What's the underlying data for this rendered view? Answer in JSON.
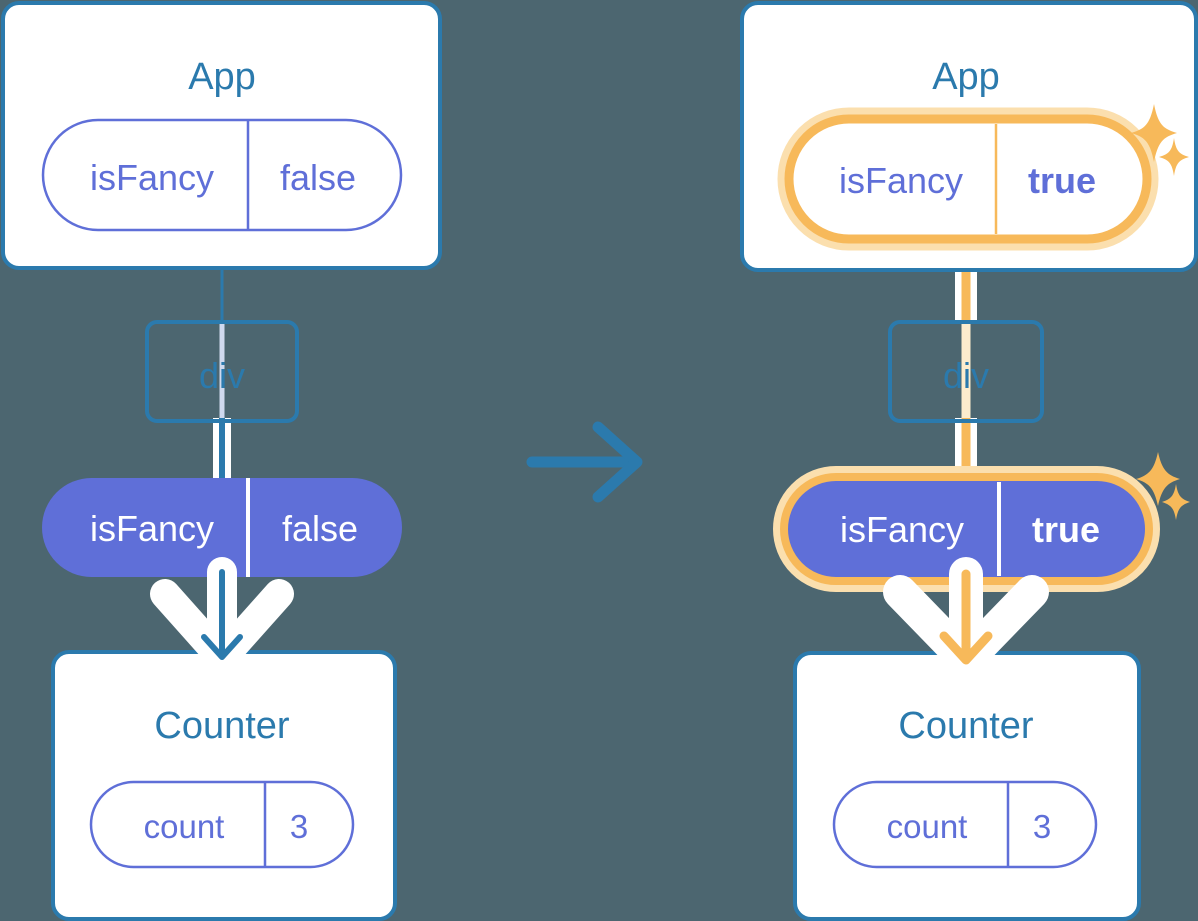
{
  "meta": {
    "title": "React state propagation diagram: App passes isFancy to Counter",
    "background_color": "#4c6670",
    "transition_arrow": "arrow-right"
  },
  "palette": {
    "box_border_blue": "#2b7aad",
    "box_fill_white": "#ffffff",
    "pill_border_purple": "#5f6fd8",
    "pill_fill_purple": "#5f6fd8",
    "text_blue": "#2b7aad",
    "text_purple": "#5f6fd8",
    "text_white": "#ffffff",
    "highlight_orange": "#f5b košt"
  },
  "colors": {
    "background": "#4c6670",
    "blue": "#2b7aad",
    "purple": "#5f6fd8",
    "orange": "#f6b köz",
    "orange_solid": "#f7b95a",
    "orange_glow": "#fbdfae",
    "white": "#ffffff"
  },
  "before": {
    "app": {
      "title": "App",
      "state": {
        "name": "isFancy",
        "value": "false",
        "value_bold": false,
        "highlighted": false
      }
    },
    "div": {
      "label": "div"
    },
    "prop": {
      "name": "isFancy",
      "value": "false",
      "value_bold": false,
      "highlighted": false
    },
    "counter": {
      "title": "Counter",
      "state": {
        "name": "count",
        "value": "3"
      }
    }
  },
  "after": {
    "app": {
      "title": "App",
      "state": {
        "name": "isFancy",
        "value": "true",
        "value_bold": true,
        "highlighted": true
      }
    },
    "div": {
      "label": "div"
    },
    "prop": {
      "name": "isFancy",
      "value": "true",
      "value_bold": true,
      "highlighted": true
    },
    "counter": {
      "title": "Counter",
      "state": {
        "name": "count",
        "value": "3"
      }
    },
    "sparkles": [
      {
        "name": "sparkle-app-large"
      },
      {
        "name": "sparkle-app-small"
      },
      {
        "name": "sparkle-prop-large"
      },
      {
        "name": "sparkle-prop-small"
      }
    ]
  }
}
